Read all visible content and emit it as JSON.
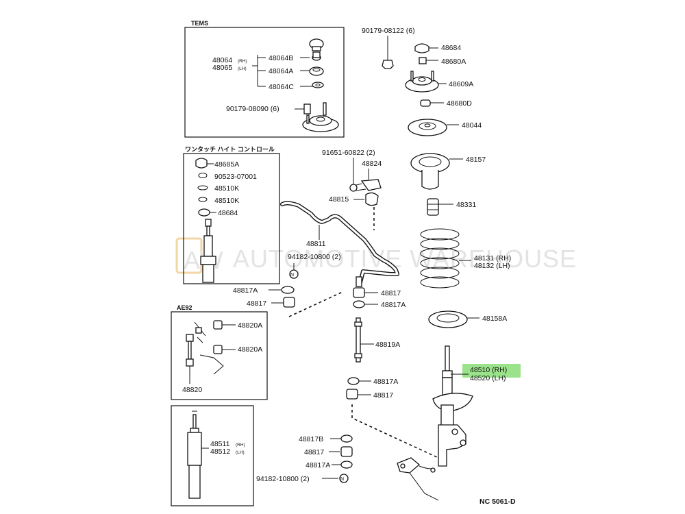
{
  "watermark": "AUTOMOTIVE WAREHOUSE",
  "watermark_logo": "AW",
  "highlight_color": "#9be38a",
  "inset_tems": {
    "title": "TEMS",
    "main_parts": [
      "48064",
      "48065"
    ],
    "main_parts_side": [
      "(RH)",
      "(LH)"
    ],
    "sub_parts": [
      "48064B",
      "48064A",
      "48064C"
    ],
    "bolt": "90179-08090 (6)"
  },
  "inset_height": {
    "title": "ワンタッチ ハイト コントロール",
    "parts": [
      "48685A",
      "90523-07001",
      "48510K",
      "48510K",
      "48684"
    ]
  },
  "inset_ae92": {
    "title": "AE92",
    "parts": [
      "48820A",
      "48820A",
      "48820"
    ]
  },
  "inset_rear": {
    "parts": [
      "48511",
      "48512"
    ],
    "sides": [
      "(RH)",
      "(LH)"
    ]
  },
  "labels": {
    "nut_top": "90179-08122 (6)",
    "p48684": "48684",
    "p48680A": "48680A",
    "p48609A": "48609A",
    "p48680D": "48680D",
    "p48044": "48044",
    "p48157": "48157",
    "p48331": "48331",
    "spring_rh": "48131 (RH)",
    "spring_lh": "48132 (LH)",
    "p48158A": "48158A",
    "strut_rh": "48510 (RH)",
    "strut_lh": "48520 (LH)",
    "bolt_91651": "91651-60822 (2)",
    "p48824": "48824",
    "p48815": "48815",
    "p48811": "48811",
    "bushing_kit_1": "94182-10800 (2)",
    "p48817A_1": "48817A",
    "p48817_1": "48817",
    "p48817_2": "48817",
    "p48817A_2": "48817A",
    "p48819A": "48819A",
    "p48817A_3": "48817A",
    "p48817_3": "48817",
    "p48817B": "48817B",
    "p48817_4": "48817",
    "p48817A_4": "48817A",
    "bushing_kit_2": "94182-10800 (2)",
    "diagram_code": "NC 5061-D"
  }
}
